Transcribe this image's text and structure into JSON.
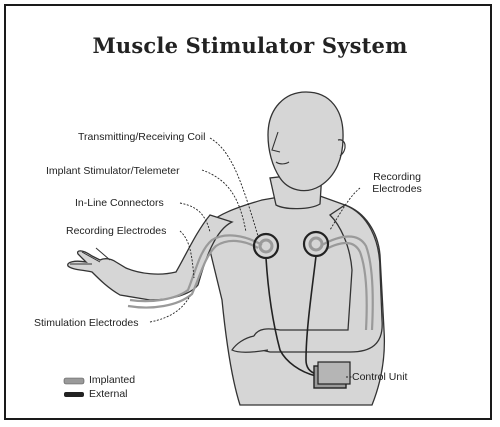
{
  "title": "Muscle Stimulator System",
  "labels": {
    "coil": "Transmitting/Receiving Coil",
    "implant": "Implant Stimulator/Telemeter",
    "connectors": "In-Line Connectors",
    "recording_left": "Recording Electrodes",
    "recording_right_1": "Recording",
    "recording_right_2": "Electrodes",
    "stimulation": "Stimulation Electrodes",
    "control_unit": "Control Unit"
  },
  "legend": {
    "implanted": "Implanted",
    "external": "External"
  },
  "colors": {
    "body_fill": "#d6d6d6",
    "outline": "#333333",
    "implanted": "#9a9a9a",
    "external": "#222222"
  }
}
